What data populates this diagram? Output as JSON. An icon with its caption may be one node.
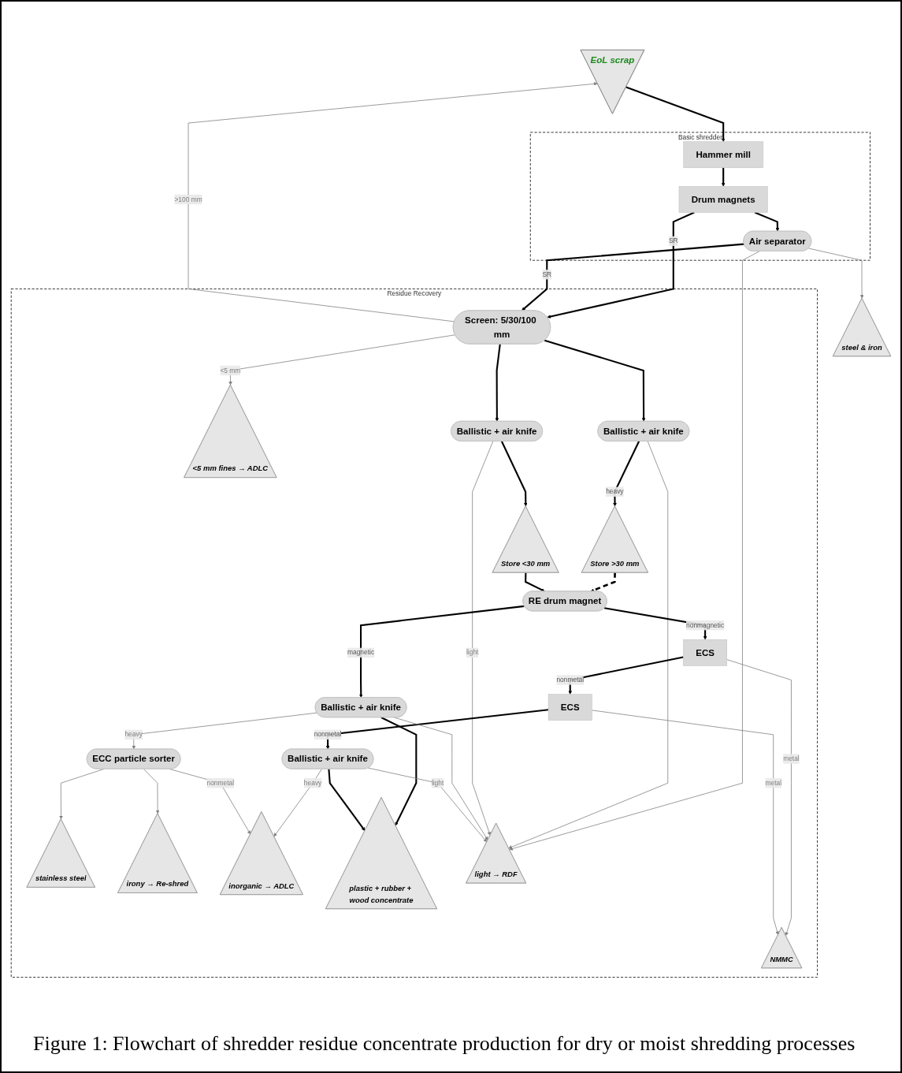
{
  "diagram": {
    "caption": "Figure 1: Flowchart of shredder residue concentrate production for dry or moist shredding processes",
    "nodes": [
      {
        "text": [
          "EoL scrap"
        ]
      },
      {
        "text": [
          "Basic shredder"
        ]
      },
      {
        "text": [
          "Hammer mill"
        ],
        "in": 1
      },
      {
        "text": [
          "Drum magnets"
        ],
        "in": 1
      },
      {
        "text": [
          "Air separator"
        ],
        "in": 1
      },
      {
        "text": [
          "steel & iron"
        ]
      },
      {
        "text": [
          "Residue Recovery"
        ]
      },
      {
        "text": [
          "Screen: 5/30/100 mm"
        ],
        "in": 6
      },
      {
        "text": [
          "<5 mm fines → ADLC"
        ],
        "in": 6
      },
      {
        "text": [
          "Ballistic + air knife"
        ],
        "in": 6
      },
      {
        "text": [
          "Ballistic + air knife"
        ],
        "in": 6
      },
      {
        "text": [
          "Store >30 mm"
        ],
        "in": 6
      },
      {
        "text": [
          "Store <30 mm"
        ],
        "in": 6
      },
      {
        "text": [
          "RE drum magnet"
        ],
        "in": 6
      },
      {
        "text": [
          "ECS"
        ],
        "in": 6
      },
      {
        "text": [
          "ECS"
        ],
        "in": 6
      },
      {
        "text": [
          "ECC particle sorter"
        ],
        "in": 6
      },
      {
        "text": [
          "Ballistic + air knife"
        ],
        "in": 6
      },
      {
        "text": [
          "Ballistic + air knife"
        ],
        "in": 6
      },
      {
        "text": [
          "stainless steel"
        ],
        "in": 6
      },
      {
        "text": [
          "irony → Re-shred"
        ],
        "in": 6
      },
      {
        "text": [
          "inorganic → ADLC"
        ],
        "in": 6
      },
      {
        "text": [
          "plastic + rubber + wood concentrate"
        ],
        "in": 6
      },
      {
        "text": [
          "light → RDF"
        ],
        "in": 6
      },
      {
        "text": [
          "NMMC"
        ],
        "in": 6
      }
    ],
    "edges": [
      {
        "from": 0,
        "to": 2,
        "arrow": "to"
      },
      {
        "from": 2,
        "to": 3,
        "arrow": "to"
      },
      {
        "from": 3,
        "to": 4,
        "arrow": "to"
      },
      {
        "from": 4,
        "to": 5,
        "arrow": "to",
        "color": "#808080"
      },
      {
        "from": 3,
        "to": 7,
        "arrow": "to",
        "label": "SR"
      },
      {
        "from": 4,
        "to": 7,
        "arrow": "to",
        "label": "SR"
      },
      {
        "from": 7,
        "to": 0,
        "arrow": "to",
        "color": "#808080",
        "label": ">100 mm"
      },
      {
        "from": 7,
        "to": 8,
        "arrow": "to",
        "color": "#808080",
        "label": "<5 mm"
      },
      {
        "from": 4,
        "to": 23,
        "arrow": "to",
        "color": "#808080"
      },
      {
        "from": 7,
        "to": 9,
        "arrow": "to"
      },
      {
        "from": 7,
        "to": 10,
        "arrow": "to"
      },
      {
        "from": 9,
        "to": 11,
        "arrow": "to",
        "label": "heavy"
      },
      {
        "from": 9,
        "to": 23,
        "arrow": "to",
        "color": "#808080"
      },
      {
        "from": 10,
        "to": 12,
        "arrow": "to"
      },
      {
        "from": 10,
        "to": 23,
        "arrow": "to",
        "color": "#808080",
        "label": "light"
      },
      {
        "from": 11,
        "to": 13,
        "arrow": "to",
        "style": "dashed"
      },
      {
        "from": 12,
        "to": 13,
        "arrow": "to"
      },
      {
        "from": 13,
        "to": 14,
        "arrow": "to",
        "label": "nonmagnetic"
      },
      {
        "from": 13,
        "to": 17,
        "arrow": "to",
        "label": "magnetic"
      },
      {
        "from": 14,
        "to": 24,
        "arrow": "to",
        "color": "#808080",
        "label": "metal"
      },
      {
        "from": 14,
        "to": 15,
        "arrow": "to",
        "label": "nonmetal"
      },
      {
        "from": 15,
        "to": 24,
        "arrow": "to",
        "color": "#808080",
        "label": "metal"
      },
      {
        "from": 15,
        "to": 18,
        "arrow": "to",
        "label": "nonmetal"
      },
      {
        "from": 17,
        "to": 16,
        "arrow": "to",
        "color": "#808080",
        "label": "heavy"
      },
      {
        "from": 17,
        "to": 22,
        "arrow": "to"
      },
      {
        "from": 17,
        "to": 23,
        "arrow": "to",
        "color": "#808080"
      },
      {
        "from": 18,
        "to": 22,
        "arrow": "to"
      },
      {
        "from": 18,
        "to": 23,
        "arrow": "to",
        "color": "#808080",
        "label": "light"
      },
      {
        "from": 18,
        "to": 21,
        "arrow": "to",
        "color": "#808080",
        "label": "heavy"
      },
      {
        "from": 16,
        "to": 19,
        "arrow": "to",
        "color": "#808080"
      },
      {
        "from": 16,
        "to": 20,
        "arrow": "to",
        "color": "#808080"
      },
      {
        "from": 16,
        "to": 21,
        "arrow": "to",
        "color": "#808080",
        "label": "nonmetal"
      }
    ]
  }
}
